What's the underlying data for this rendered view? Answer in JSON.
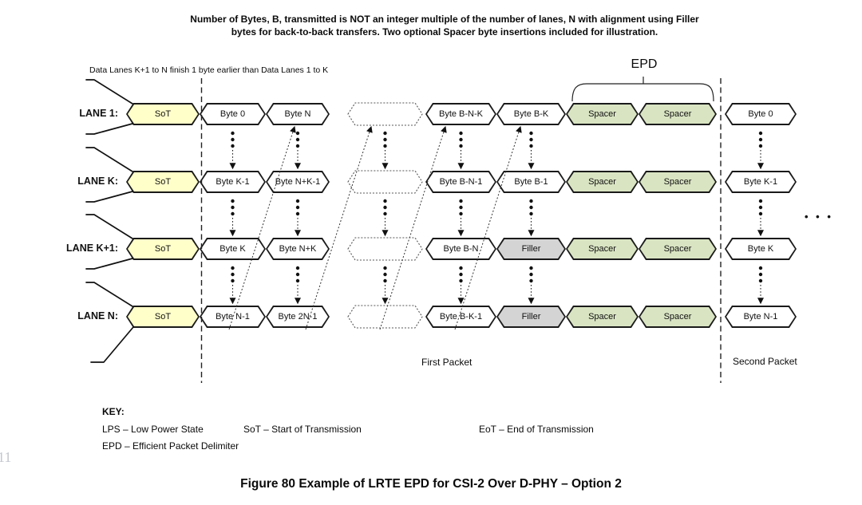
{
  "note_lines": [
    "Number of Bytes, B, transmitted is NOT an integer multiple of the number of lanes, N with alignment using Filler",
    "bytes for back-to-back transfers. Two optional Spacer byte insertions included for illustration."
  ],
  "subtitle": "Data Lanes K+1 to N finish 1 byte earlier than Data Lanes 1 to K",
  "epd_label": "EPD",
  "labels": {
    "first_packet": "First Packet",
    "second_packet": "Second Packet",
    "ellipsis": "• • •"
  },
  "lanes": [
    {
      "label": "LANE 1:",
      "cells": [
        {
          "type": "sot",
          "label": "SoT"
        },
        {
          "type": "byte",
          "label": "Byte 0"
        },
        {
          "type": "byte",
          "label": "Byte N"
        },
        {
          "type": "gap",
          "label": ""
        },
        {
          "type": "byte",
          "label": "Byte B-N-K"
        },
        {
          "type": "byte",
          "label": "Byte B-K"
        },
        {
          "type": "spacer",
          "label": "Spacer"
        },
        {
          "type": "spacer",
          "label": "Spacer"
        },
        {
          "type": "byte",
          "label": "Byte 0"
        }
      ]
    },
    {
      "label": "LANE K:",
      "cells": [
        {
          "type": "sot",
          "label": "SoT"
        },
        {
          "type": "byte",
          "label": "Byte K-1"
        },
        {
          "type": "byte",
          "label": "Byte N+K-1"
        },
        {
          "type": "gap",
          "label": ""
        },
        {
          "type": "byte",
          "label": "Byte B-N-1"
        },
        {
          "type": "byte",
          "label": "Byte B-1"
        },
        {
          "type": "spacer",
          "label": "Spacer"
        },
        {
          "type": "spacer",
          "label": "Spacer"
        },
        {
          "type": "byte",
          "label": "Byte K-1"
        }
      ]
    },
    {
      "label": "LANE K+1:",
      "cells": [
        {
          "type": "sot",
          "label": "SoT"
        },
        {
          "type": "byte",
          "label": "Byte K"
        },
        {
          "type": "byte",
          "label": "Byte N+K"
        },
        {
          "type": "gap",
          "label": ""
        },
        {
          "type": "byte",
          "label": "Byte B-N"
        },
        {
          "type": "filler",
          "label": "Filler"
        },
        {
          "type": "spacer",
          "label": "Spacer"
        },
        {
          "type": "spacer",
          "label": "Spacer"
        },
        {
          "type": "byte",
          "label": "Byte K"
        }
      ]
    },
    {
      "label": "LANE N:",
      "cells": [
        {
          "type": "sot",
          "label": "SoT"
        },
        {
          "type": "byte",
          "label": "Byte N-1"
        },
        {
          "type": "byte",
          "label": "Byte 2N-1"
        },
        {
          "type": "gap",
          "label": ""
        },
        {
          "type": "byte",
          "label": "Byte B-K-1"
        },
        {
          "type": "filler",
          "label": "Filler"
        },
        {
          "type": "spacer",
          "label": "Spacer"
        },
        {
          "type": "spacer",
          "label": "Spacer"
        },
        {
          "type": "byte",
          "label": "Byte N-1"
        }
      ]
    }
  ],
  "key": {
    "heading": "KEY:",
    "entries": [
      "LPS – Low Power State",
      "SoT – Start of Transmission",
      "EoT – End of Transmission",
      "EPD – Efficient Packet Delimiter"
    ]
  },
  "caption": "Figure 80 Example of LRTE EPD for CSI-2 Over D-PHY – Option 2",
  "page_number": "11",
  "colors": {
    "sot_fill": "#FFFFC9",
    "spacer_fill": "#D9E4C2",
    "filler_fill": "#D4D4D4",
    "border": "#1A1A1A"
  }
}
